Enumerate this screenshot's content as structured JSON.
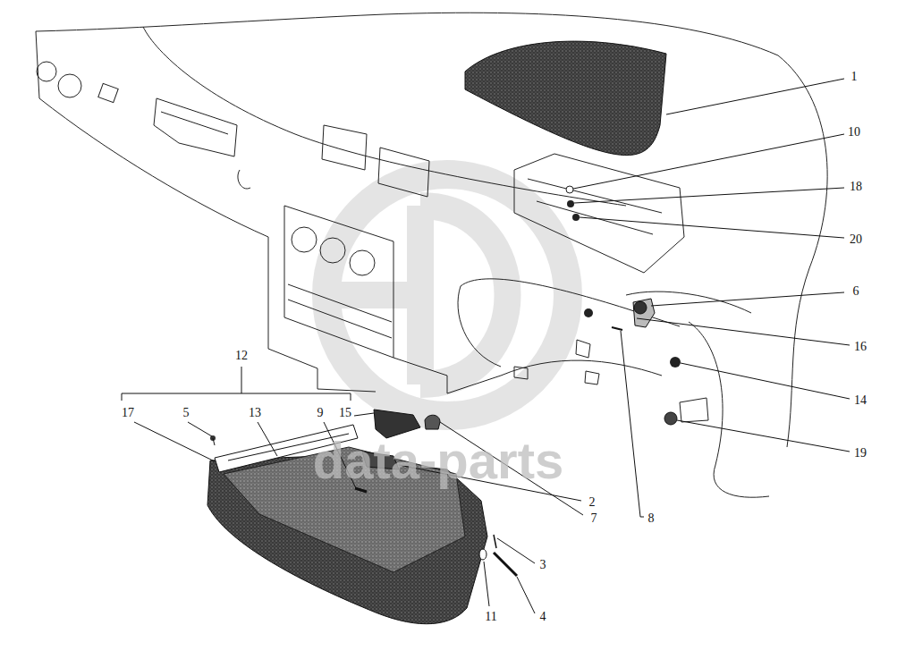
{
  "diagram": {
    "labels": [
      "1",
      "10",
      "18",
      "20",
      "6",
      "16",
      "14",
      "12",
      "19",
      "17",
      "5",
      "13",
      "9",
      "15",
      "2",
      "7",
      "8",
      "3",
      "11",
      "4",
      "data-parts"
    ]
  }
}
